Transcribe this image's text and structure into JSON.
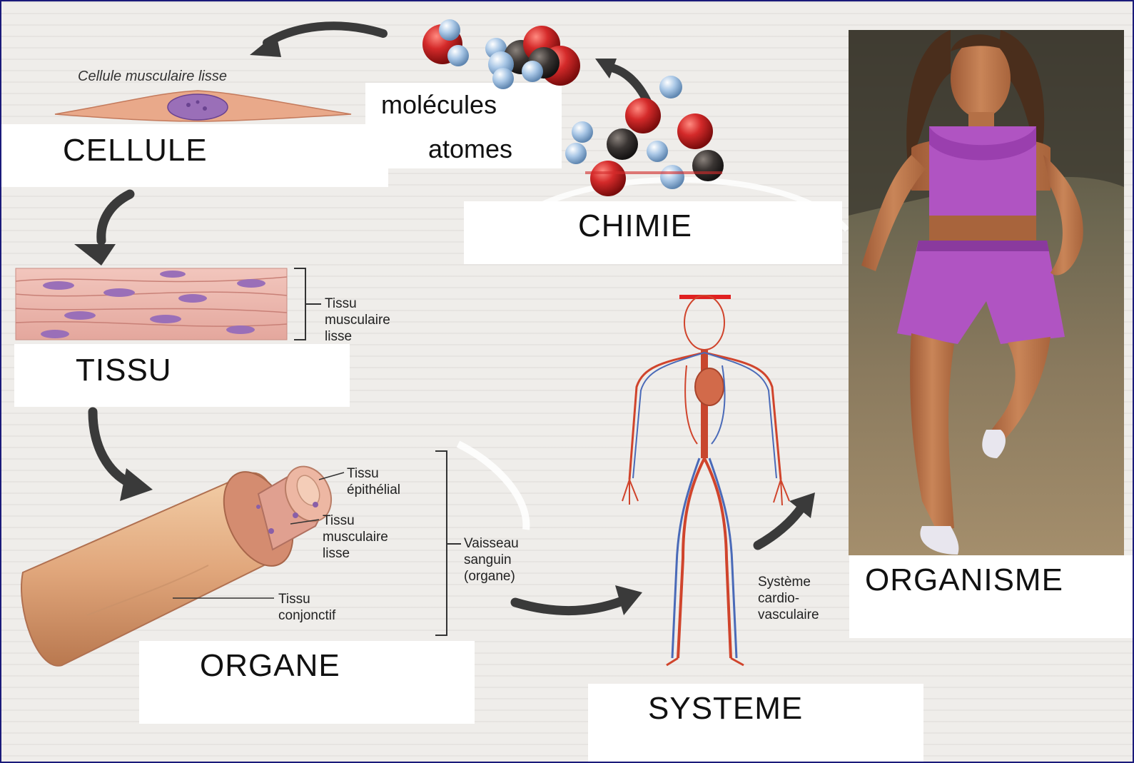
{
  "labels": {
    "cellule": "CELLULE",
    "tissu": "TISSU",
    "organe": "ORGANE",
    "systeme": "SYSTEME",
    "organisme": "ORGANISME",
    "chimie": "CHIMIE",
    "molecules": "molécules",
    "atomes": "atomes"
  },
  "annotations": {
    "cell_caption": "Cellule musculaire lisse",
    "tissue_bracket": "Tissu\nmusculaire\nlisse",
    "epithelial": "Tissu\népithélial",
    "muscle_organ": "Tissu\nmusculaire\nlisse",
    "connective": "Tissu\nconjonctif",
    "vessel": "Vaisseau\nsanguin\n(organe)",
    "cardio": "Système\ncardio-\nvasculaire"
  },
  "colors": {
    "frame": "#1a1a7a",
    "arrow": "#3a3a3a",
    "atom_red": "#d42a2a",
    "atom_blue": "#a9c7e6",
    "atom_black": "#3a3533",
    "cell": "#e9a98a",
    "nucleus": "#9a6fb8",
    "vessel": "#e8b48c",
    "shirt": "#b054c2"
  }
}
